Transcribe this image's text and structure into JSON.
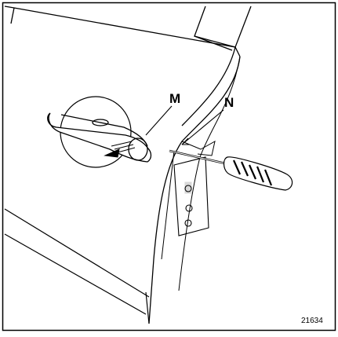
{
  "callouts": {
    "m": "M",
    "n": "N"
  },
  "figure_ref": "21634",
  "colors": {
    "line": "#000000",
    "background": "#ffffff"
  }
}
